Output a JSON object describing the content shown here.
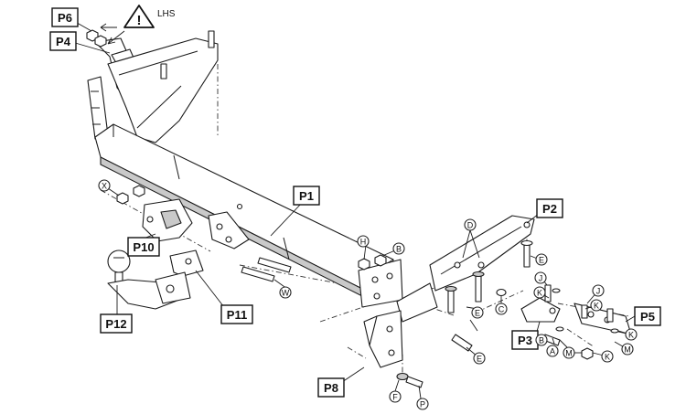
{
  "diagram": {
    "warning": {
      "text": "LHS"
    },
    "part_labels": [
      {
        "id": "p6",
        "text": "P6"
      },
      {
        "id": "p4",
        "text": "P4"
      },
      {
        "id": "p1",
        "text": "P1"
      },
      {
        "id": "p2",
        "text": "P2"
      },
      {
        "id": "p10",
        "text": "P10"
      },
      {
        "id": "p12",
        "text": "P12"
      },
      {
        "id": "p11",
        "text": "P11"
      },
      {
        "id": "p3",
        "text": "P3"
      },
      {
        "id": "p5",
        "text": "P5"
      },
      {
        "id": "p8",
        "text": "P8"
      }
    ],
    "fixing_keys": [
      {
        "id": "x",
        "text": "X"
      },
      {
        "id": "h",
        "text": "H"
      },
      {
        "id": "b1",
        "text": "B"
      },
      {
        "id": "w",
        "text": "W"
      },
      {
        "id": "d",
        "text": "D"
      },
      {
        "id": "e1",
        "text": "E"
      },
      {
        "id": "e2",
        "text": "E"
      },
      {
        "id": "e3",
        "text": "E"
      },
      {
        "id": "c",
        "text": "C"
      },
      {
        "id": "j1",
        "text": "J"
      },
      {
        "id": "k1",
        "text": "K"
      },
      {
        "id": "j2",
        "text": "J"
      },
      {
        "id": "k2",
        "text": "K"
      },
      {
        "id": "k3",
        "text": "K"
      },
      {
        "id": "k4",
        "text": "K"
      },
      {
        "id": "b2",
        "text": "B"
      },
      {
        "id": "a",
        "text": "A"
      },
      {
        "id": "m1",
        "text": "M"
      },
      {
        "id": "m2",
        "text": "M"
      },
      {
        "id": "f",
        "text": "F"
      },
      {
        "id": "p",
        "text": "P"
      }
    ],
    "colors": {
      "stroke": "#1a1a1a",
      "fill": "#ffffff",
      "shade": "#c9c9c9"
    }
  }
}
